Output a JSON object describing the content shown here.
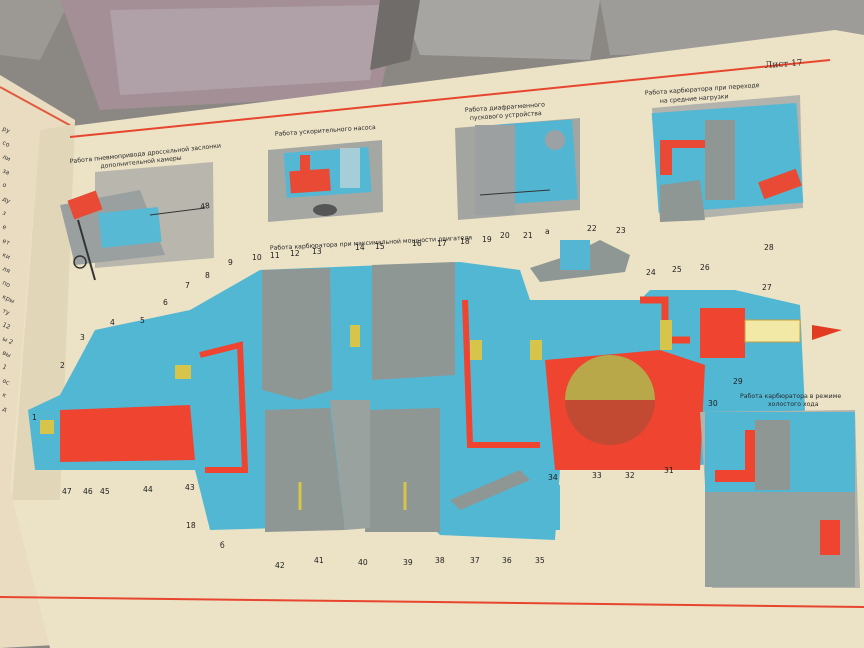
{
  "sheet_label": "Лист 17",
  "left_page_lines": [
    "ру",
    "со",
    "ли",
    "за",
    "о",
    "ду",
    "з",
    "е",
    "ет",
    "ки",
    "ля",
    "по",
    "кры",
    "ту",
    "12",
    "ы 2",
    "вы",
    "1",
    "ос",
    "к",
    "д"
  ],
  "diagrams": {
    "drive": {
      "title_lines": [
        "Работа пневмопривода дроссельной заслонки",
        "дополнительной камеры"
      ],
      "numbers": [
        "48"
      ]
    },
    "accel_pump": {
      "title_lines": [
        "Работа ускорительного насоса"
      ]
    },
    "diaphragm": {
      "title_lines": [
        "Работа диафрагменного",
        "пускового устройства"
      ]
    },
    "transition": {
      "title_lines": [
        "Работа карбюратора при переходе",
        "на средние нагрузки"
      ]
    },
    "main": {
      "title": "Работа карбюратора при максимальной мощности двигателя",
      "top_numbers": [
        "5",
        "6",
        "7",
        "8",
        "9",
        "10",
        "11",
        "12",
        "13",
        "14",
        "15",
        "16",
        "17",
        "18",
        "19",
        "20",
        "21",
        "а",
        "22",
        "23",
        "24",
        "25",
        "26",
        "27",
        "28"
      ],
      "left_numbers": [
        "2",
        "3",
        "4",
        "1"
      ],
      "bottom_numbers": [
        "47",
        "46",
        "45",
        "44",
        "43",
        "18",
        "б",
        "42",
        "41",
        "40",
        "39",
        "38",
        "37",
        "36",
        "35",
        "34",
        "33",
        "32",
        "31",
        "30",
        "29"
      ]
    },
    "idle": {
      "title_lines": [
        "Работа карбюратора в режиме",
        "холостого хода"
      ]
    }
  },
  "colors": {
    "blue": "#4fb8d6",
    "red": "#ee4430",
    "grey": "#8a9590",
    "yellow": "#d8c64a",
    "paper": "#ece2c6"
  }
}
